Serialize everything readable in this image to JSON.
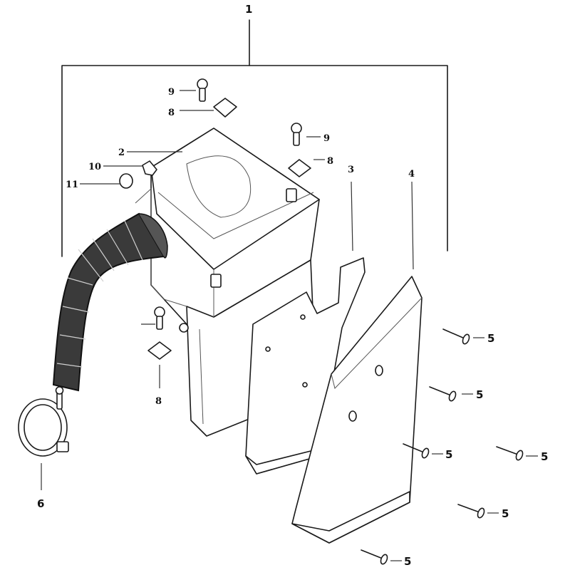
{
  "labels": {
    "p1": "1",
    "p2": "2",
    "p3": "3",
    "p4": "4",
    "p5": "5",
    "p6": "6",
    "p8": "8",
    "p9": "9",
    "p10": "10",
    "p11": "11"
  }
}
